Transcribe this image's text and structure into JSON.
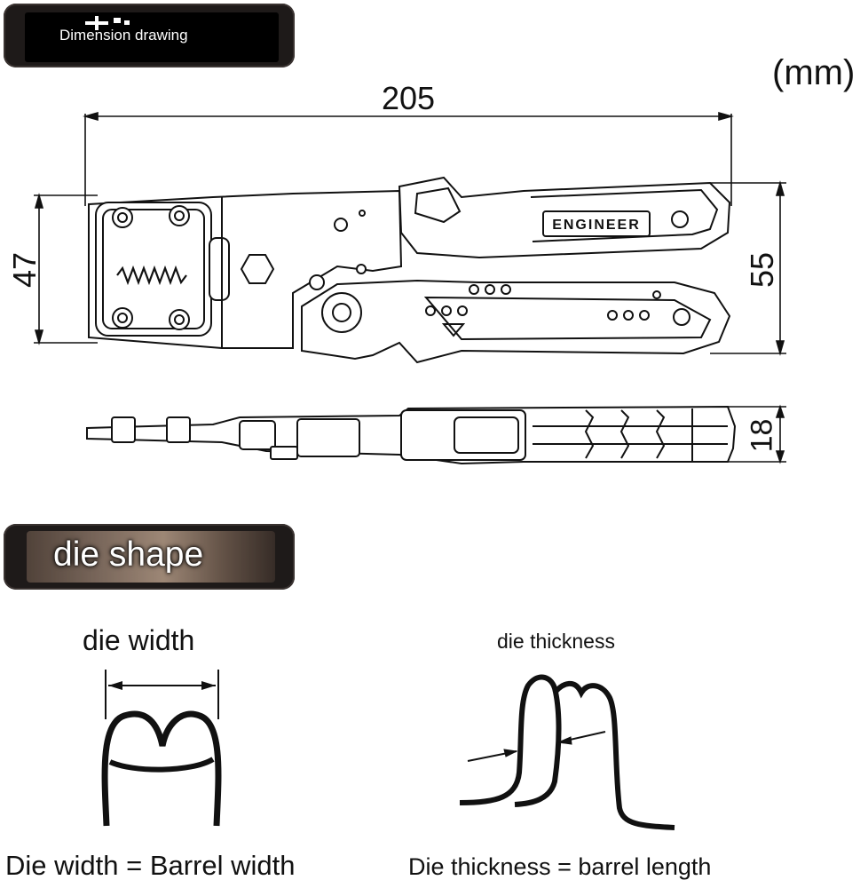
{
  "banner_dimension": {
    "label": "Dimension drawing"
  },
  "banner_die": {
    "label": "die shape"
  },
  "unit_label": "(mm)",
  "dimensions": {
    "overall_length": "205",
    "head_height": "47",
    "handle_height": "55",
    "thickness": "18"
  },
  "tool_brand": "ENGINEER",
  "die_width": {
    "label": "die width",
    "equation": "Die width = Barrel width"
  },
  "die_thickness": {
    "label": "die thickness",
    "equation": "Die thickness = barrel length"
  }
}
